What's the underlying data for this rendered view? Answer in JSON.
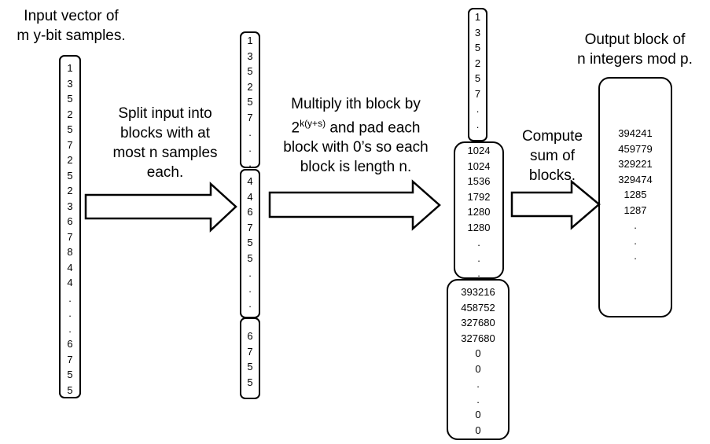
{
  "captions": {
    "input": "Input vector of\nm y-bit samples.",
    "split": "Split input  into\nblocks with at\nmost n samples\neach.",
    "multiply_pre": "Multiply ith block by",
    "multiply_base": "2",
    "multiply_exp": "k(y+s)",
    "multiply_post": " and pad each",
    "multiply_rest": "block with 0’s so each\nblock is length  n.",
    "sum": "Compute\nsum of\nblocks.",
    "output": "Output block of\nn integers mod p."
  },
  "input_vector": [
    "1",
    "3",
    "5",
    "2",
    "5",
    "7",
    "2",
    "5",
    "2",
    "3",
    "6",
    "7",
    "8",
    "4",
    "4",
    ".",
    ".",
    ".",
    "6",
    "7",
    "5",
    "5"
  ],
  "split_blocks": [
    [
      "1",
      "3",
      "5",
      "2",
      "5",
      "7",
      ".",
      ".",
      "."
    ],
    [
      "4",
      "4",
      "6",
      "7",
      "5",
      "5",
      ".",
      ".",
      "."
    ],
    [
      "6",
      "7",
      "5",
      "5"
    ]
  ],
  "scaled_blocks": [
    [
      "1",
      "3",
      "5",
      "2",
      "5",
      "7",
      ".",
      "."
    ],
    [
      "1024",
      "1024",
      "1536",
      "1792",
      "1280",
      "1280",
      ".",
      ".",
      "."
    ],
    [
      "393216",
      "458752",
      "327680",
      "327680",
      "0",
      "0",
      ".",
      ".",
      "0",
      "0"
    ]
  ],
  "output_block": [
    "394241",
    "459779",
    "329221",
    "329474",
    "1285",
    "1287",
    ".",
    ".",
    "."
  ]
}
